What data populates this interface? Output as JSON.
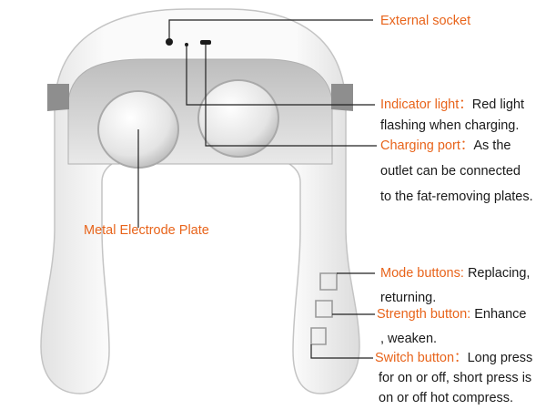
{
  "colors": {
    "accent": "#e8641b",
    "text": "#1a1a1a",
    "leader_line": "#222222",
    "device_body": "#f4f4f4",
    "device_shadow": "#c9c9c9",
    "device_band": "#8e8e8e"
  },
  "labels": {
    "external_socket": {
      "title": "External socket"
    },
    "indicator_light": {
      "title": "Indicator light：",
      "text1": "Red light",
      "text2": "flashing when charging."
    },
    "charging_port": {
      "title": "Charging port：",
      "text1": "As the",
      "text2": "outlet can be connected",
      "text3": "to the fat-removing plates."
    },
    "electrode": {
      "title": "Metal Electrode Plate"
    },
    "mode_buttons": {
      "title": "Mode buttons:",
      "text1": "Replacing,",
      "text2": "returning."
    },
    "strength_button": {
      "title": "Strength button:",
      "text1": "Enhance",
      "text2": ", weaken."
    },
    "switch_button": {
      "title": "Switch button：",
      "text1": "Long press",
      "text2": "for on or off, short press is",
      "text3": "on or off hot compress."
    }
  }
}
